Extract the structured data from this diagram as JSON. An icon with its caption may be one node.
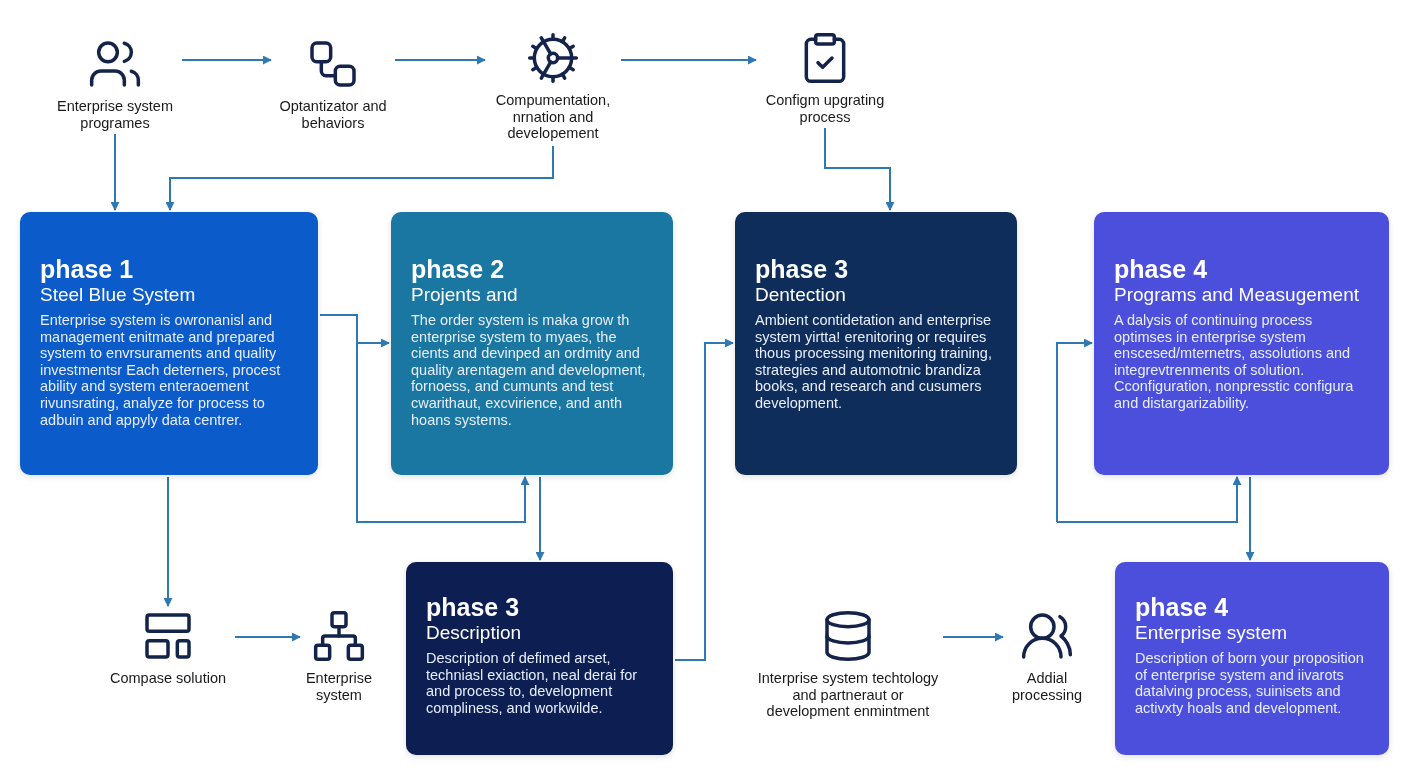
{
  "diagram": {
    "nodes": [
      {
        "text": [
          "Enterprise system programes"
        ]
      },
      {
        "text": [
          "Optantizator and behaviors"
        ]
      },
      {
        "text": [
          "Compumentation, nrnation and developement"
        ]
      },
      {
        "text": [
          "Configm upgrating process"
        ]
      },
      {
        "text": [
          "phase 1",
          "Steel Blue System",
          "Enterprise system is owronanisl and management enitmate and prepared system to envrsuraments and quality investmentsr Each deterners, procest ability and system enteraoement rivunsrating, analyze for process to adbuin and appyly data centrer."
        ]
      },
      {
        "text": [
          "phase 2",
          "Projents and",
          "The order system is maka grow th enterprise system to myaes, the cients and devinped an ordmity and quality arentagem and development, fornoess, and cumunts and test cwarithaut, excvirience, and anth hoans systems."
        ]
      },
      {
        "text": [
          "phase 3",
          "Dentection",
          "Ambient contidetation and enterprise system yirtta! erenitoring or requires thous processing menitoring training, strategies and automotnic brandiza books, and research and cusumers development."
        ]
      },
      {
        "text": [
          "phase 4",
          "Programs and Measugement",
          "A dalysis of continuing process optimses in enterprise system enscesed/mternetrs, assolutions and integrevtrenments of solution. Cconfiguration, nonpresstic configura and distargarizability."
        ]
      },
      {
        "text": [
          "Compase solution"
        ]
      },
      {
        "text": [
          "Enterprise system"
        ]
      },
      {
        "text": [
          "phase 3",
          "Description",
          "Description of defimed arset, techniasl exiaction, neal derai for and process to, development compliness, and workwilde."
        ]
      },
      {
        "text": [
          "Interprise system techtology and partneraut or development enmintment"
        ]
      },
      {
        "text": [
          "Addial processing"
        ]
      },
      {
        "text": [
          "phase 4",
          "Enterprise system",
          "Description of born your proposition of enterprise system and iivarots datalving process, suinisets and activxty hoals and development."
        ]
      }
    ],
    "edges": [
      {
        "from": 0,
        "to": 1,
        "arrow": "to"
      },
      {
        "from": 1,
        "to": 2,
        "arrow": "to"
      },
      {
        "from": 2,
        "to": 3,
        "arrow": "to"
      },
      {
        "from": 0,
        "to": 4,
        "arrow": "to"
      },
      {
        "from": 2,
        "to": 4,
        "arrow": "to"
      },
      {
        "from": 3,
        "to": 6,
        "arrow": "to"
      },
      {
        "from": 4,
        "to": 5,
        "arrow": "to"
      },
      {
        "from": 4,
        "to": 5,
        "arrow": "to"
      },
      {
        "from": 5,
        "to": 10,
        "arrow": "to"
      },
      {
        "from": 4,
        "to": 8,
        "arrow": "to"
      },
      {
        "from": 8,
        "to": 9,
        "arrow": "to"
      },
      {
        "from": 10,
        "to": 6,
        "arrow": "to"
      },
      {
        "from": null,
        "to": 7,
        "arrow": "to"
      },
      {
        "from": null,
        "to": 7,
        "arrow": "to"
      },
      {
        "from": 7,
        "to": 13,
        "arrow": "to"
      },
      {
        "from": 11,
        "to": 12,
        "arrow": "to"
      }
    ]
  }
}
